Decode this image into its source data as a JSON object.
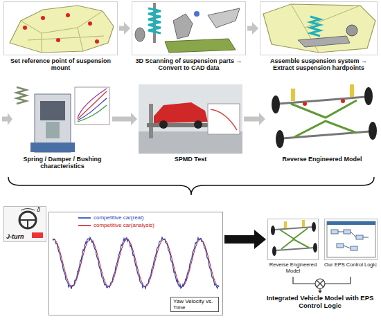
{
  "diagram": {
    "nodes": [
      {
        "text": [
          "Set reference point of suspension mount"
        ]
      },
      {
        "text": [
          "3D Scanning of suspension parts → Convert to CAD data"
        ]
      },
      {
        "text": [
          "Assemble suspension system → Extract suspension hardpoints"
        ]
      },
      {
        "text": [
          "Spring / Damper / Bushing characteristics"
        ]
      },
      {
        "text": [
          "SPMD Test"
        ]
      },
      {
        "text": [
          "Reverse Engineered Model"
        ]
      },
      {
        "text": [
          "J-turn"
        ]
      },
      {
        "text": [
          "Yaw Velocity vs. Time"
        ]
      },
      {
        "text": [
          "Reverse Engineered Model"
        ]
      },
      {
        "text": [
          "Our EPS Control Logic"
        ]
      }
    ],
    "edges": [
      {
        "from": 0,
        "to": 1,
        "arrow": "to"
      },
      {
        "from": 1,
        "to": 2,
        "arrow": "to"
      },
      {
        "from": 3,
        "to": 4,
        "arrow": "to"
      },
      {
        "from": 4,
        "to": 5,
        "arrow": "to"
      },
      {
        "from": 7,
        "to": 8,
        "arrow": "to"
      }
    ],
    "labels": [
      "δ",
      "Integrated Vehicle Model with EPS Control Logic"
    ],
    "legend": [
      {
        "text": "competitive car(real)"
      },
      {
        "text": "competitive car(analysis)"
      }
    ]
  }
}
